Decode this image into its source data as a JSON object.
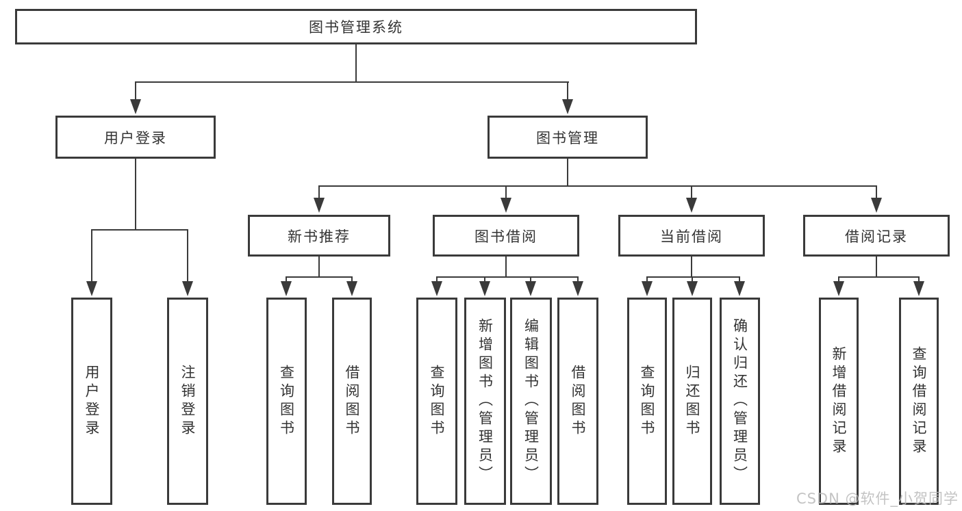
{
  "tree": {
    "root": {
      "label": "图书管理系统"
    },
    "level2": [
      {
        "label": "用户登录"
      },
      {
        "label": "图书管理"
      }
    ],
    "level3": [
      {
        "label": "新书推荐"
      },
      {
        "label": "图书借阅"
      },
      {
        "label": "当前借阅"
      },
      {
        "label": "借阅记录"
      }
    ],
    "leaves": {
      "login": [
        "用户登录",
        "注销登录"
      ],
      "recommend": [
        "查询图书",
        "借阅图书"
      ],
      "borrow": [
        "查询图书",
        "新增图书（管理员）",
        "编辑图书（管理员）",
        "借阅图书"
      ],
      "current": [
        "查询图书",
        "归还图书",
        "确认归还（管理员）"
      ],
      "records": [
        "新增借阅记录",
        "查询借阅记录"
      ]
    }
  },
  "watermark": {
    "text": "CSDN @软件_小贺同学"
  },
  "colors": {
    "line": "#3a3a3a",
    "text": "#333333",
    "background": "#ffffff",
    "watermark": "#b9b9b9"
  }
}
